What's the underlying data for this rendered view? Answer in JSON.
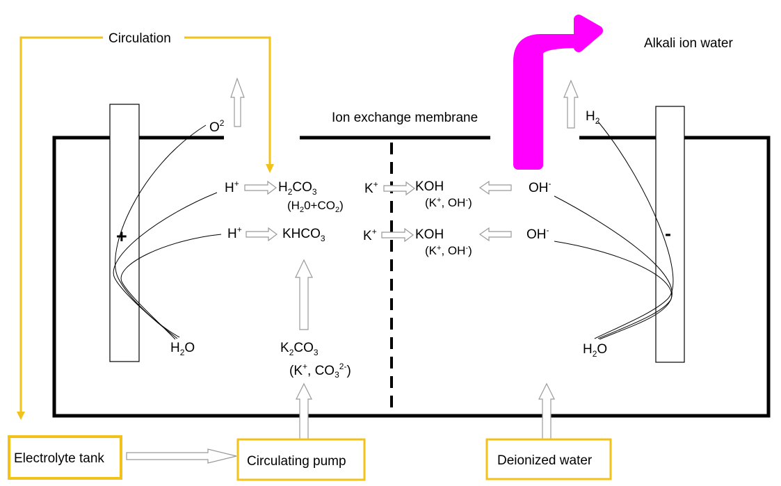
{
  "labels": {
    "circulation": "Circulation",
    "alkali_water": "Alkali ion water",
    "membrane": "Ion exchange membrane",
    "o2_main": "O",
    "o2_sup": "2",
    "h2_main": "H",
    "h2_sub": "2",
    "plus": "+",
    "minus": "-",
    "hplus1_main": "H",
    "hplus1_sup": "+",
    "hplus2_main": "H",
    "hplus2_sup": "+",
    "h2co3": [
      "H",
      "2",
      "CO",
      "3"
    ],
    "h2co3_detail": [
      "(H",
      "2",
      "0+CO",
      "2",
      ")"
    ],
    "khco3": [
      "KHCO",
      "3"
    ],
    "kplus1_main": "K",
    "kplus1_sup": "+",
    "kplus2_main": "K",
    "kplus2_sup": "+",
    "koh1": "KOH",
    "koh2": "KOH",
    "koh_detail1": [
      "(K",
      "+",
      ", OH",
      "-",
      ")"
    ],
    "koh_detail2": [
      "(K",
      "+",
      ", OH",
      "-",
      ")"
    ],
    "oh1_main": "OH",
    "oh1_sup": "-",
    "oh2_main": "OH",
    "oh2_sup": "-",
    "h2o_left": [
      "H",
      "2",
      "O"
    ],
    "h2o_right": [
      "H",
      "2",
      "O"
    ],
    "k2co3": [
      "K",
      "2",
      "CO",
      "3"
    ],
    "k2co3_detail": [
      "(K",
      "+",
      ", CO",
      "3",
      "2-",
      ")"
    ]
  },
  "boxes": {
    "electrolyte_tank": "Electrolyte tank",
    "circulating_pump": "Circulating pump",
    "deionized_water": "Deionized water"
  },
  "colors": {
    "circulation_line": "#f2c21b",
    "box_border": "#f2c21b",
    "alkali_arrow": "#ff00ff",
    "tank_wall": "#000000",
    "hollow_arrow": "#808080"
  }
}
